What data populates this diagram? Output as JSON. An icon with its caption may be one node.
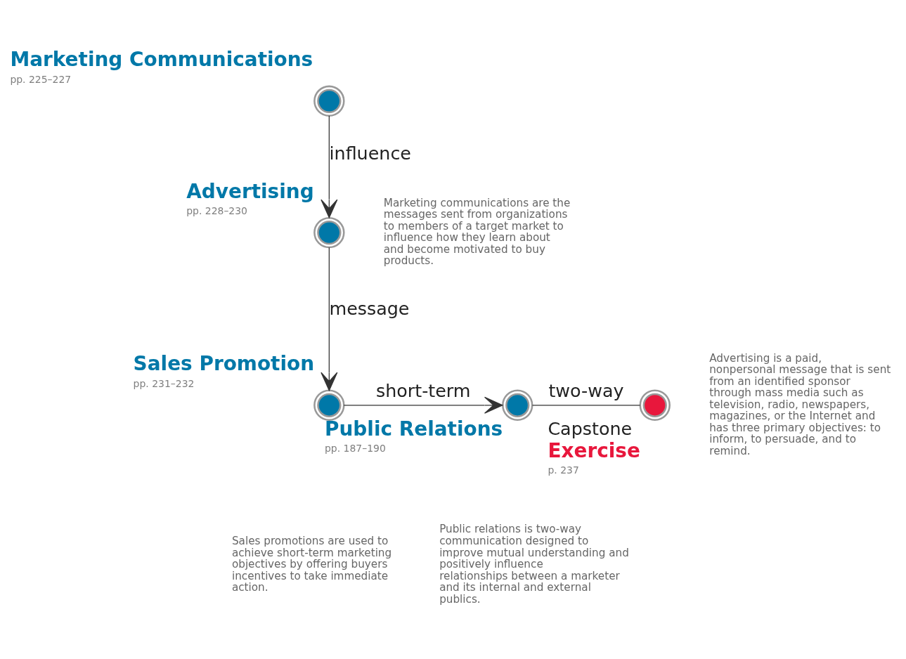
{
  "diagram": {
    "nodes": [
      {
        "text": [
          "Marketing Communications",
          "pp. 225–227"
        ]
      },
      {
        "text": [
          "Advertising",
          "pp. 228–230"
        ]
      },
      {
        "text": [
          "Sales Promotion",
          "pp. 231–232"
        ]
      },
      {
        "text": [
          "Public Relations",
          "pp. 187–190"
        ]
      },
      {
        "text": [
          "Capstone",
          "Exercise",
          "p. 237"
        ]
      }
    ],
    "edges": [
      {
        "from": 0,
        "to": 1,
        "arrow": "to",
        "label": "influence"
      },
      {
        "from": 1,
        "to": 2,
        "arrow": "to",
        "label": "message"
      },
      {
        "from": 2,
        "to": 3,
        "arrow": "to",
        "label": "short-term"
      },
      {
        "from": 3,
        "to": 4,
        "arrow": "none",
        "label": "two-way"
      }
    ],
    "labels": [
      "Marketing communications are the messages sent from organizations to members of a target market to influence how they learn about and become motivated to buy products.",
      "Advertising is a paid, nonpersonal message that is sent from an identified sponsor through mass media such as television, radio, newspapers, magazines, or the Internet and has three primary objectives: to inform, to persuade, and to remind.",
      "Sales promotions are used to achieve short-term marketing objectives by offering buyers incentives to take immediate action.",
      "Public relations is two-way communication designed to improve mutual understanding and positively influence relationships between a marketer and its internal and external publics."
    ]
  }
}
